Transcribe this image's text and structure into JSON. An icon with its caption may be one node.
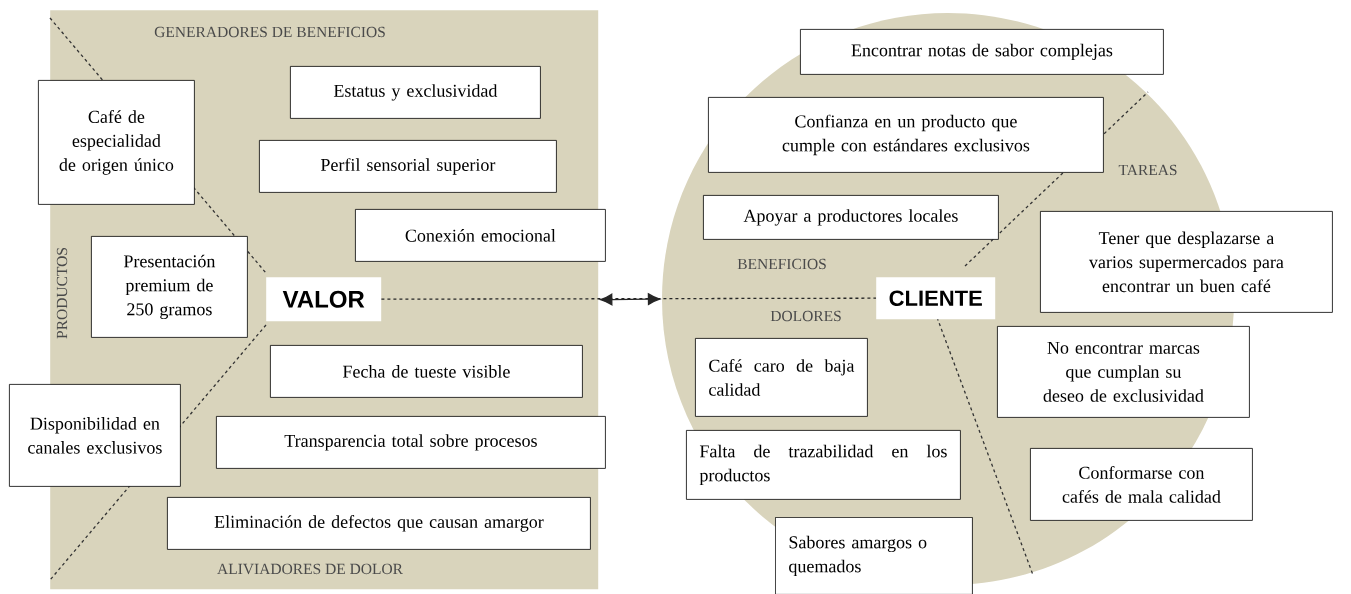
{
  "diagram": {
    "nodes": [
      {
        "text": [
          "GENERADORES DE BENEFICIOS",
          "PRODUCTOS",
          "ALIVIADORES DE DOLOR"
        ]
      },
      {
        "text": [
          "Café de especialidad de origen único"
        ]
      },
      {
        "text": [
          "Estatus y exclusividad"
        ],
        "in": 0
      },
      {
        "text": [
          "Perfil sensorial superior"
        ],
        "in": 0
      },
      {
        "text": [
          "Conexión emocional"
        ],
        "in": 0
      },
      {
        "text": [
          "Presentación premium de 250 gramos"
        ],
        "in": 0
      },
      {
        "text": [
          "VALOR"
        ],
        "in": 0
      },
      {
        "text": [
          "Fecha de tueste visible"
        ],
        "in": 0
      },
      {
        "text": [
          "Disponibilidad en canales exclusivos"
        ]
      },
      {
        "text": [
          "Transparencia total sobre procesos"
        ],
        "in": 0
      },
      {
        "text": [
          "Eliminación de defectos que causan amargor"
        ],
        "in": 0
      },
      {
        "text": [
          "TAREAS",
          "BENEFICIOS",
          "DOLORES"
        ]
      },
      {
        "text": [
          "Encontrar notas de sabor complejas"
        ],
        "in": 11
      },
      {
        "text": [
          "Confianza en un producto que cumple con estándares exclusivos"
        ],
        "in": 11
      },
      {
        "text": [
          "Apoyar a productores locales"
        ],
        "in": 11
      },
      {
        "text": [
          "CLIENTE"
        ],
        "in": 11
      },
      {
        "text": [
          "Tener que desplazarse a varios supermercados para encontrar un buen café"
        ]
      },
      {
        "text": [
          "No encontrar marcas que cumplan su deseo de exclusividad"
        ]
      },
      {
        "text": [
          "Café caro de baja calidad"
        ],
        "in": 11
      },
      {
        "text": [
          "Conformarse con cafés de mala calidad"
        ]
      },
      {
        "text": [
          "Falta de trazabilidad en los productos"
        ],
        "in": 11
      },
      {
        "text": [
          "Sabores amargos o quemados"
        ]
      }
    ],
    "edges": [
      {
        "from": 6,
        "to": 15,
        "arrow": "none",
        "style": "dashed"
      },
      {
        "from": 0,
        "to": 11,
        "arrow": "both"
      }
    ]
  }
}
